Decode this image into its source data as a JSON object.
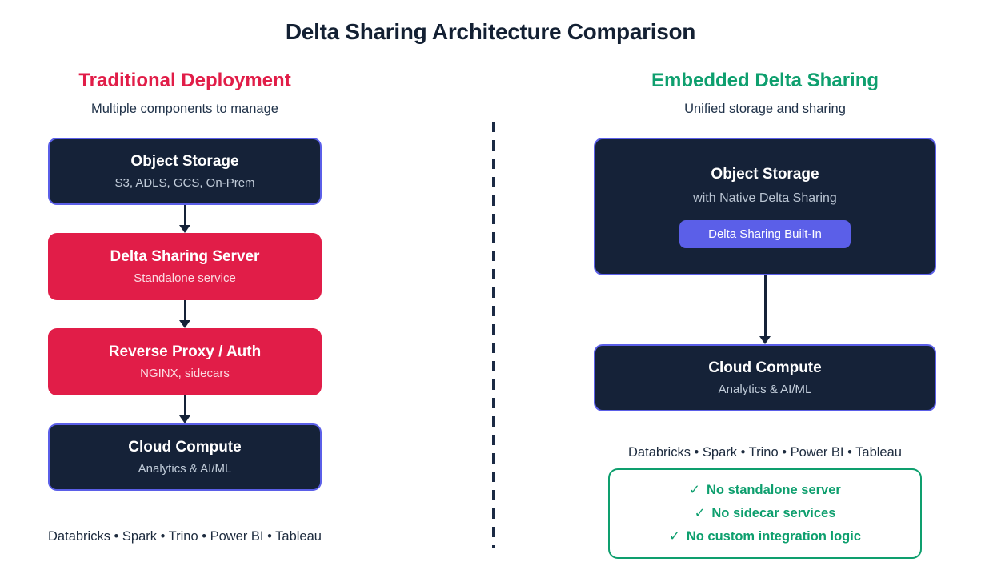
{
  "title": "Delta Sharing Architecture Comparison",
  "left_column": {
    "heading": "Traditional Deployment",
    "subtitle": "Multiple components to manage",
    "boxes": [
      {
        "title": "Object Storage",
        "subtitle": "S3, ADLS, GCS, On-Prem"
      },
      {
        "title": "Delta Sharing Server",
        "subtitle": "Standalone service"
      },
      {
        "title": "Reverse Proxy / Auth",
        "subtitle": "NGINX, sidecars"
      },
      {
        "title": "Cloud Compute",
        "subtitle": "Analytics & AI/ML"
      }
    ],
    "clients": "Databricks • Spark • Trino • Power BI • Tableau"
  },
  "right_column": {
    "heading": "Embedded Delta Sharing",
    "subtitle": "Unified storage and sharing",
    "storage_box": {
      "title": "Object Storage",
      "subtitle": "with Native Delta Sharing",
      "badge": "Delta Sharing Built-In"
    },
    "compute_box": {
      "title": "Cloud Compute",
      "subtitle": "Analytics & AI/ML"
    },
    "clients": "Databricks • Spark • Trino • Power BI • Tableau",
    "benefits": [
      {
        "check": "✓",
        "text": "No standalone server"
      },
      {
        "check": "✓",
        "text": "No sidecar services"
      },
      {
        "check": "✓",
        "text": "No custom integration logic"
      }
    ]
  },
  "colors": {
    "accent_red": "#e11d48",
    "accent_green": "#0e9f6e",
    "navy": "#152238",
    "indigo": "#5b5fe8"
  }
}
